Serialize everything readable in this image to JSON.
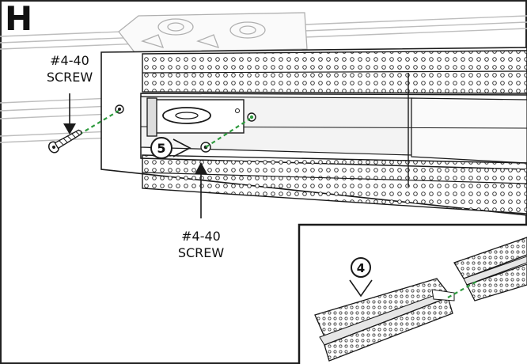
{
  "step_letter": "H",
  "callouts": {
    "screw_left": {
      "line1": "#4-40",
      "line2": "SCREW"
    },
    "screw_bottom": {
      "line1": "#4-40",
      "line2": "SCREW"
    }
  },
  "badges": {
    "step_5": "5",
    "step_4": "4"
  },
  "colors": {
    "line": "#1a1a1a",
    "rail": "#bfbfbf",
    "rail_fill": "#e8e8e8",
    "connector_dash": "#2e9a3e",
    "panel": "#ffffff",
    "shadow": "#cfcfcf"
  },
  "icons": [
    "screw-icon",
    "arrow-down-icon",
    "arrow-up-icon",
    "chevron-right-icon",
    "chevron-down-icon"
  ]
}
